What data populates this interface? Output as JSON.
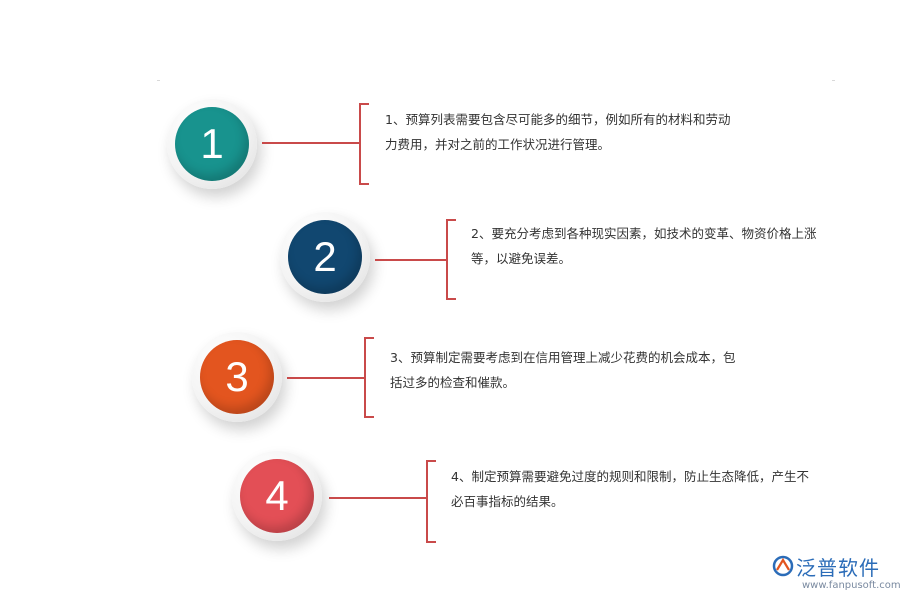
{
  "items": [
    {
      "number": "1",
      "color": "#18938e",
      "text": "1、预算列表需要包含尽可能多的细节，例如所有的材料和劳动力费用，并对之前的工作状况进行管理。"
    },
    {
      "number": "2",
      "color": "#114770",
      "text": "2、要充分考虑到各种现实因素，如技术的变革、物资价格上涨等，以避免误差。"
    },
    {
      "number": "3",
      "color": "#e3551f",
      "text": "3、预算制定需要考虑到在信用管理上减少花费的机会成本，包括过多的检查和催款。"
    },
    {
      "number": "4",
      "color": "#e34f56",
      "text": "4、制定预算需要避免过度的规则和限制，防止生态降低，产生不必百事指标的结果。"
    }
  ],
  "logo": {
    "name": "泛普软件",
    "url": "www.fanpusoft.com",
    "icon": "fanpu-logo-icon"
  }
}
